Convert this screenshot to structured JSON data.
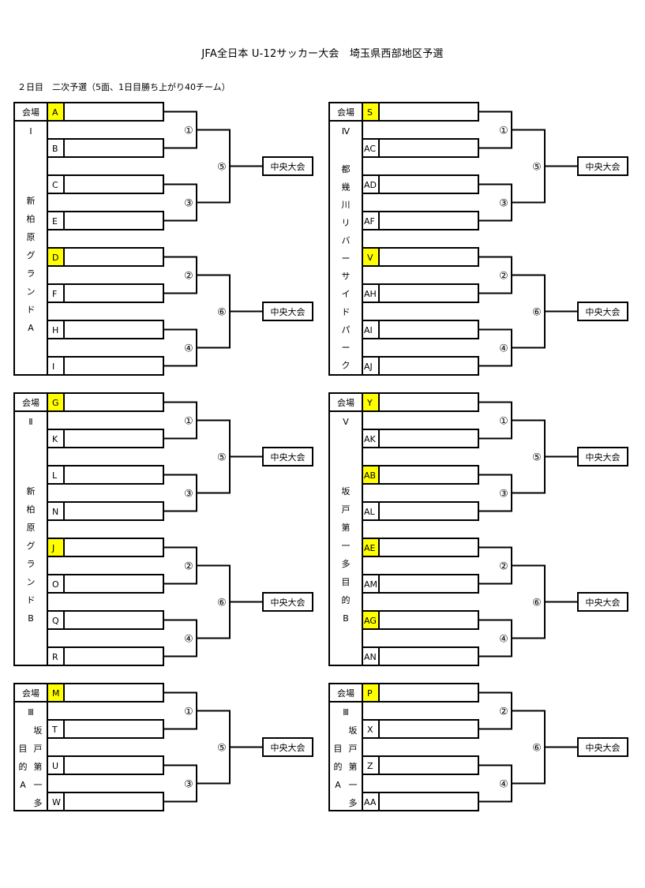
{
  "title": "JFA全日本 U-12サッカー大会　埼玉県西部地区予選",
  "subtitle": "２日目　二次予選（5面、1日目勝ち上がり40チーム）",
  "venue_label": "会場",
  "final_label": "中央大会",
  "highlight_color": "#ffff00",
  "blocks": [
    {
      "teams": [
        "A",
        "B",
        "C",
        "E",
        "D",
        "F",
        "H",
        "I"
      ],
      "highlight": [
        0,
        4
      ],
      "numeral": "Ⅰ",
      "venue_chars": [
        "新",
        "柏",
        "原",
        "グ",
        "ラ",
        "ン",
        "ド",
        "A"
      ],
      "r1": [
        "①",
        "③",
        "②",
        "④"
      ],
      "r2": [
        "⑤",
        "⑥"
      ]
    },
    {
      "teams": [
        "S",
        "AC",
        "AD",
        "AF",
        "V",
        "AH",
        "AI",
        "AJ"
      ],
      "highlight": [
        0,
        4
      ],
      "numeral": "Ⅳ",
      "venue_chars": [
        "都",
        "幾",
        "川",
        "リ",
        "バ",
        "ー",
        "サ",
        "イ",
        "ド",
        "パ",
        "ー",
        "ク"
      ],
      "r1": [
        "①",
        "③",
        "②",
        "④"
      ],
      "r2": [
        "⑤",
        "⑥"
      ]
    },
    {
      "teams": [
        "G",
        "K",
        "L",
        "N",
        "J",
        "O",
        "Q",
        "R"
      ],
      "highlight": [
        0,
        4
      ],
      "numeral": "Ⅱ",
      "venue_chars": [
        "新",
        "柏",
        "原",
        "グ",
        "ラ",
        "ン",
        "ド",
        "B"
      ],
      "r1": [
        "①",
        "③",
        "②",
        "④"
      ],
      "r2": [
        "⑤",
        "⑥"
      ]
    },
    {
      "teams": [
        "Y",
        "AK",
        "AB",
        "AL",
        "AE",
        "AM",
        "AG",
        "AN"
      ],
      "highlight": [
        0,
        2,
        4,
        6
      ],
      "numeral": "Ⅴ",
      "venue_chars": [
        "坂",
        "戸",
        "第",
        "一",
        "多",
        "目",
        "的",
        "B"
      ],
      "r1": [
        "①",
        "③",
        "②",
        "④"
      ],
      "r2": [
        "⑤",
        "⑥"
      ]
    },
    {
      "teams": [
        "M",
        "T",
        "U",
        "W"
      ],
      "highlight": [
        0
      ],
      "numeral": "Ⅲ",
      "venue_col1": [
        "目",
        "的",
        "A"
      ],
      "venue_col2": [
        "坂",
        "戸",
        "第",
        "一",
        "多"
      ],
      "r1": [
        "①",
        "③"
      ],
      "r2": [
        "⑤"
      ]
    },
    {
      "teams": [
        "P",
        "X",
        "Z",
        "AA"
      ],
      "highlight": [
        0
      ],
      "numeral": "Ⅲ",
      "venue_col1": [
        "目",
        "的",
        "A"
      ],
      "venue_col2": [
        "坂",
        "戸",
        "第",
        "一",
        "多"
      ],
      "r1": [
        "②",
        "④"
      ],
      "r2": [
        "⑥"
      ]
    }
  ]
}
